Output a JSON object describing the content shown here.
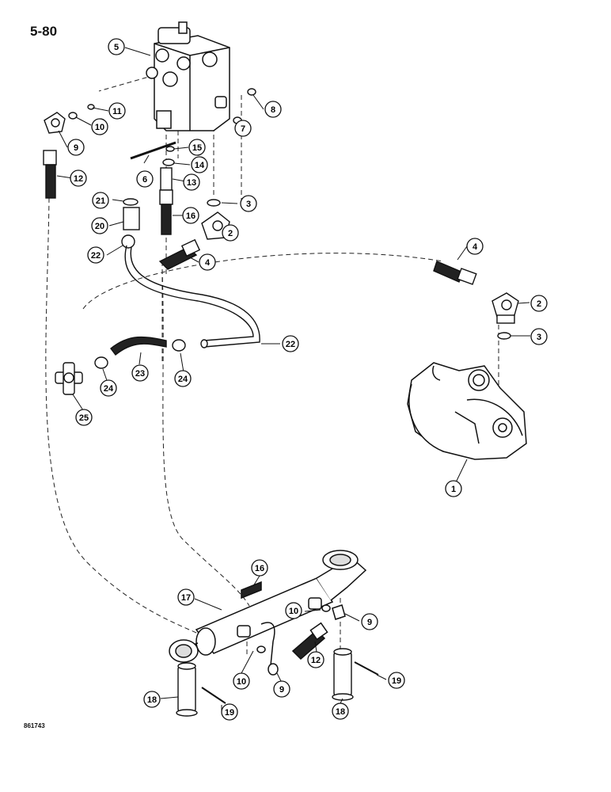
{
  "page_number": "5-80",
  "figure_id": "861743",
  "callouts": [
    {
      "id": "c5",
      "label": "5"
    },
    {
      "id": "c11",
      "label": "11"
    },
    {
      "id": "c10a",
      "label": "10"
    },
    {
      "id": "c9a",
      "label": "9"
    },
    {
      "id": "c8",
      "label": "8"
    },
    {
      "id": "c7",
      "label": "7"
    },
    {
      "id": "c15",
      "label": "15"
    },
    {
      "id": "c6",
      "label": "6"
    },
    {
      "id": "c14",
      "label": "14"
    },
    {
      "id": "c13",
      "label": "13"
    },
    {
      "id": "c12a",
      "label": "12"
    },
    {
      "id": "c21",
      "label": "21"
    },
    {
      "id": "c3a",
      "label": "3"
    },
    {
      "id": "c20",
      "label": "20"
    },
    {
      "id": "c16a",
      "label": "16"
    },
    {
      "id": "c2a",
      "label": "2"
    },
    {
      "id": "c22a",
      "label": "22"
    },
    {
      "id": "c4a",
      "label": "4"
    },
    {
      "id": "c4b",
      "label": "4"
    },
    {
      "id": "c2b",
      "label": "2"
    },
    {
      "id": "c3b",
      "label": "3"
    },
    {
      "id": "c22b",
      "label": "22"
    },
    {
      "id": "c23",
      "label": "23"
    },
    {
      "id": "c24a",
      "label": "24"
    },
    {
      "id": "c24b",
      "label": "24"
    },
    {
      "id": "c25",
      "label": "25"
    },
    {
      "id": "c1",
      "label": "1"
    },
    {
      "id": "c16b",
      "label": "16"
    },
    {
      "id": "c17",
      "label": "17"
    },
    {
      "id": "c10b",
      "label": "10"
    },
    {
      "id": "c9b",
      "label": "9"
    },
    {
      "id": "c12b",
      "label": "12"
    },
    {
      "id": "c10c",
      "label": "10"
    },
    {
      "id": "c9c",
      "label": "9"
    },
    {
      "id": "c19a",
      "label": "19"
    },
    {
      "id": "c18a",
      "label": "18"
    },
    {
      "id": "c19b",
      "label": "19"
    },
    {
      "id": "c18b",
      "label": "18"
    }
  ]
}
